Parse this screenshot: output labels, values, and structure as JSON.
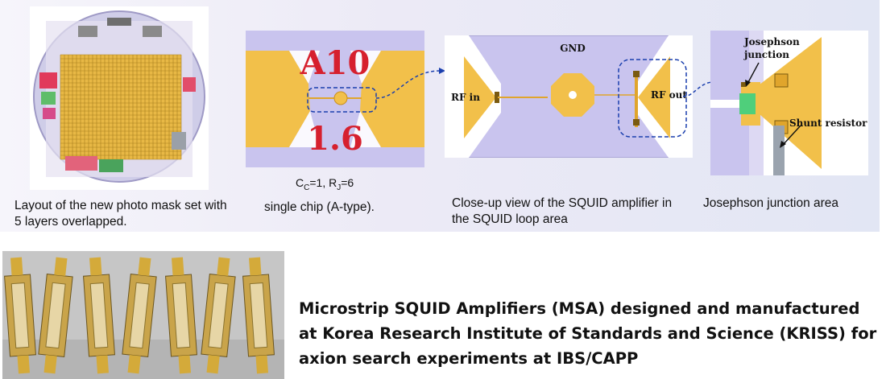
{
  "captions": {
    "mask": "Layout of the new photo mask set with 5 layers overlapped.",
    "chip_params_cc": "C",
    "chip_params_cc_sub": "C",
    "chip_params_mid": "=1, R",
    "chip_params_rj_sub": "J",
    "chip_params_end": "=6",
    "chip": "single chip (A-type).",
    "closeup": "Close-up view of the SQUID amplifier in the SQUID loop area",
    "junction": "Josephson junction area"
  },
  "chip_labels": {
    "top": "A10",
    "bottom": "1.6"
  },
  "closeup_labels": {
    "gnd": "GND",
    "rf_in": "RF in",
    "rf_out": "RF out"
  },
  "junction_labels": {
    "josephson": "Josephson",
    "junction": "junction",
    "shunt": "Shunt resistor"
  },
  "description": "Microstrip SQUID Amplifiers (MSA) designed and manufactured at Korea Research Institute of Standards and Science (KRISS) for axion search experiments at IBS/CAPP",
  "colors": {
    "gold": "#f0b836",
    "lavender": "#c9c4ee",
    "red": "#d6202e",
    "blue_dash": "#1a3fae"
  }
}
